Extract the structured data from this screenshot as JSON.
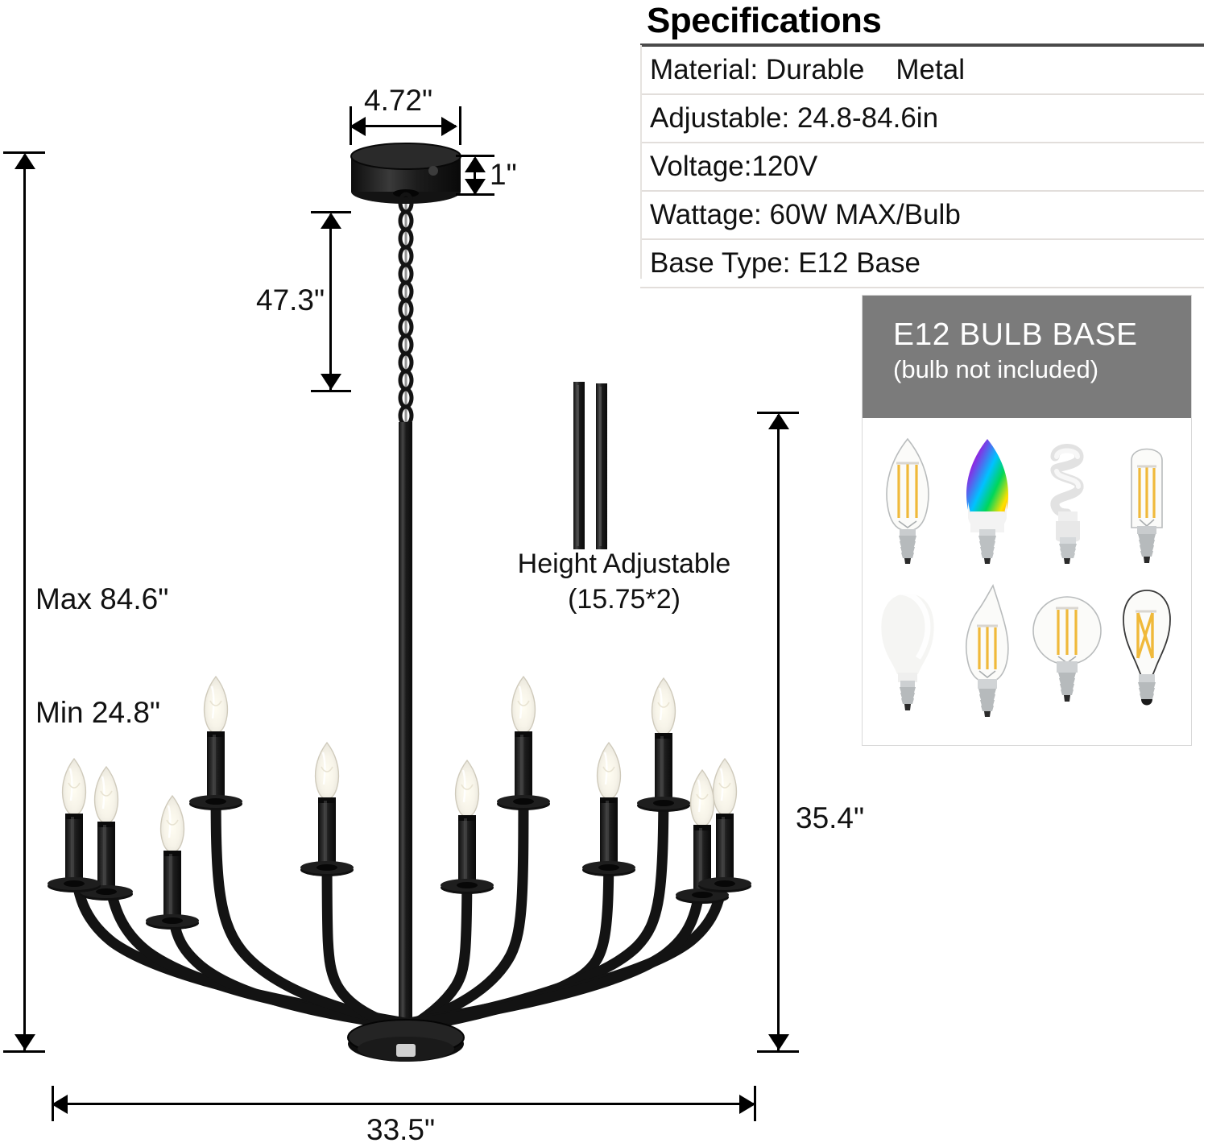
{
  "specifications": {
    "title": "Specifications",
    "rows": [
      {
        "label": "Material:",
        "value": "Durable    Metal",
        "text": "Material: Durable    Metal"
      },
      {
        "label": "Adjustable:",
        "value": "24.8-84.6in",
        "text": "Adjustable: 24.8-84.6in"
      },
      {
        "label": "Voltage:",
        "value": "120V",
        "text": "Voltage:120V"
      },
      {
        "label": "Wattage:",
        "value": "60W MAX/Bulb",
        "text": "Wattage: 60W MAX/Bulb"
      },
      {
        "label": "Base Type:",
        "value": "E12 Base",
        "text": "Base Type: E12 Base"
      }
    ]
  },
  "bulb_panel": {
    "heading_line1": "E12 BULB BASE",
    "heading_line2": "(bulb not included)",
    "heading_bg": "#7b7b7b",
    "bulbs": [
      {
        "name": "candle-filament-bulb"
      },
      {
        "name": "rgb-smart-candle-bulb"
      },
      {
        "name": "cfl-spiral-bulb"
      },
      {
        "name": "tubular-filament-bulb"
      },
      {
        "name": "frosted-a-shape-bulb"
      },
      {
        "name": "flame-tip-filament-bulb"
      },
      {
        "name": "globe-filament-bulb"
      },
      {
        "name": "edison-st64-bulb"
      }
    ]
  },
  "dimensions": {
    "canopy_width": "4.72\"",
    "canopy_height": "1\"",
    "chain_length": "47.3\"",
    "overall_max": "Max 84.6\"",
    "overall_min": "Min 24.8\"",
    "fixture_height": "35.4\"",
    "fixture_width": "33.5\"",
    "rod_label_line1": "Height Adjustable",
    "rod_label_line2": "(15.75*2)"
  },
  "colors": {
    "metal": "#141414",
    "bulb_glass": "#f2efe8",
    "banner_gray": "#7b7b7b",
    "rule_dark": "#4a4a4a",
    "rule_light": "#e2dedb"
  }
}
